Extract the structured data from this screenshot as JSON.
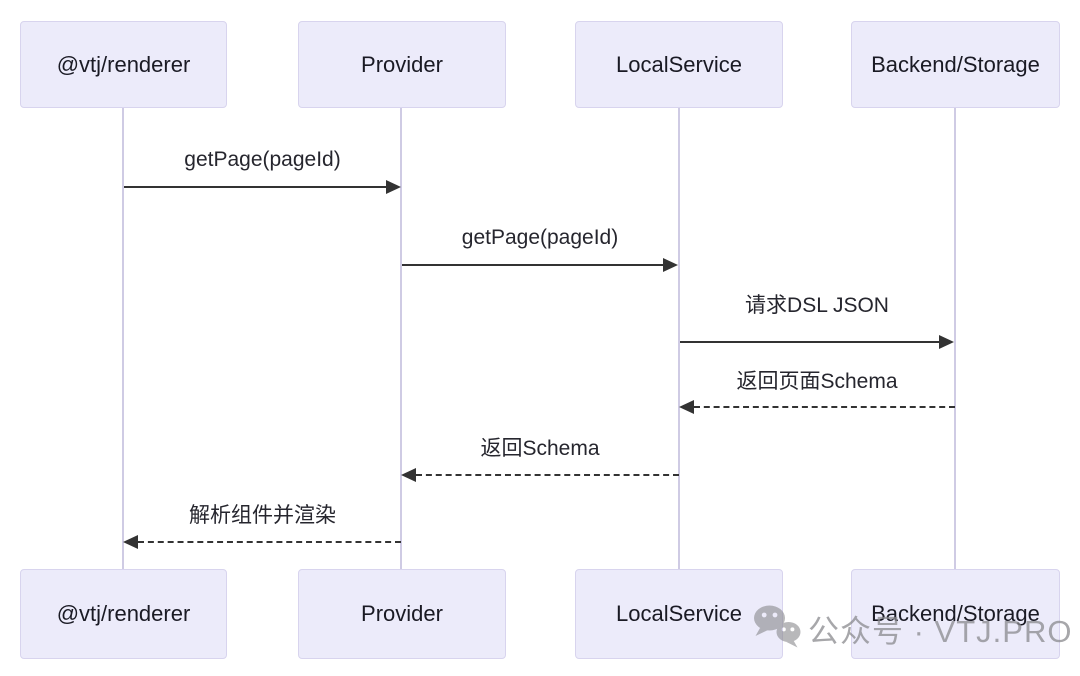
{
  "diagram": {
    "type": "sequence",
    "actors": [
      {
        "name": "@vtj/renderer"
      },
      {
        "name": "Provider"
      },
      {
        "name": "LocalService"
      },
      {
        "name": "Backend/Storage"
      }
    ],
    "messages": [
      {
        "from": "@vtj/renderer",
        "to": "Provider",
        "label": "getPage(pageId)",
        "style": "solid",
        "direction": "right"
      },
      {
        "from": "Provider",
        "to": "LocalService",
        "label": "getPage(pageId)",
        "style": "solid",
        "direction": "right"
      },
      {
        "from": "LocalService",
        "to": "Backend/Storage",
        "label": "请求DSL JSON",
        "style": "solid",
        "direction": "right"
      },
      {
        "from": "Backend/Storage",
        "to": "LocalService",
        "label": "返回页面Schema",
        "style": "dashed",
        "direction": "left"
      },
      {
        "from": "LocalService",
        "to": "Provider",
        "label": "返回Schema",
        "style": "dashed",
        "direction": "left"
      },
      {
        "from": "Provider",
        "to": "@vtj/renderer",
        "label": "解析组件并渲染",
        "style": "dashed",
        "direction": "left"
      }
    ],
    "colors": {
      "actor_fill": "#ECEBFA",
      "actor_border": "#D8D4EE",
      "lifeline": "#CFCBE4",
      "arrow": "#333333",
      "text": "#1A1A24",
      "watermark": "#8A8A8E"
    }
  },
  "watermark": {
    "icon": "wechat-icon",
    "text": "公众号 · VTJ.PRO"
  }
}
